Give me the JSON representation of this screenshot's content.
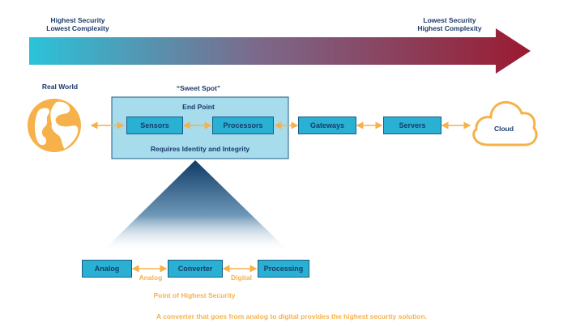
{
  "arrow": {
    "left_label": [
      "Highest Security",
      "Lowest Complexity"
    ],
    "right_label": [
      "Lowest Security",
      "Highest Complexity"
    ],
    "gradient": [
      "#2bc3d9",
      "#9a1a30"
    ]
  },
  "real_world": {
    "label": "Real World",
    "icon": "globe-icon",
    "color": "#f6b14a"
  },
  "sweet_spot": {
    "title": "“Sweet Spot”",
    "end_point": "End Point",
    "footer": "Requires Identity and Integrity"
  },
  "nodes": {
    "sensors": "Sensors",
    "processors": "Processors",
    "gateways": "Gateways",
    "servers": "Servers",
    "cloud": "Cloud"
  },
  "bottom": {
    "analog": "Analog",
    "converter": "Converter",
    "processing": "Processing",
    "link_analog": "Analog",
    "link_digital": "Digital",
    "point_label": "Point of Highest Security",
    "caption": "A converter that goes from analog to digital provides the highest security solution."
  },
  "colors": {
    "box": "#2ab0d2",
    "box_border": "#1a5c86",
    "orange": "#f6b14a",
    "navy": "#1b3a6b"
  }
}
